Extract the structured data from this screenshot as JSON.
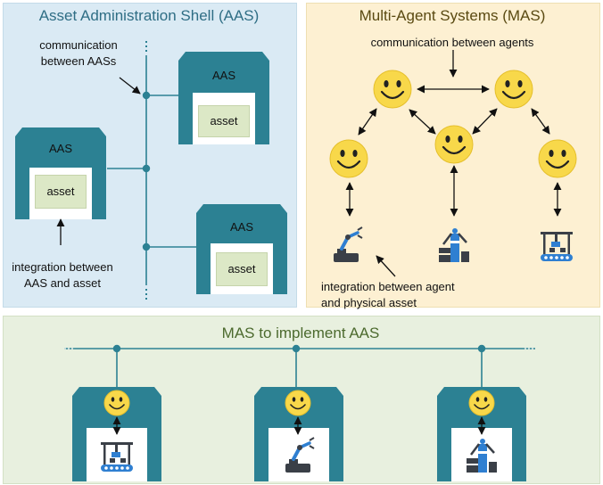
{
  "panels": {
    "aas": {
      "title": "Asset Administration Shell (AAS)",
      "communication_note": [
        "communication",
        "between AASs"
      ],
      "integration_note": [
        "integration between",
        "AAS and asset"
      ],
      "shell_label": "AAS",
      "asset_label": "asset"
    },
    "mas": {
      "title": "Multi-Agent Systems (MAS)",
      "communication_note": "communication between agents",
      "integration_note": [
        "integration between agent",
        "and physical asset"
      ]
    },
    "combined": {
      "title": "MAS to implement AAS"
    }
  },
  "colors": {
    "aas_panel_bg": "#daeaf4",
    "mas_panel_bg": "#fdf0d2",
    "combined_panel_bg": "#e8f0df",
    "shell_teal": "#2c8193",
    "asset_green": "#dce8c6",
    "aas_title": "#2f6e85",
    "mas_title": "#5a4a12",
    "combined_title": "#4c6a2e",
    "agent_face": "#f8d84a",
    "robot_blue": "#2f7fd1",
    "robot_dark": "#3a3f47"
  },
  "icons": [
    "smiley-agent-icon",
    "robot-arm-icon",
    "factory-machine-icon",
    "gantry-crane-icon"
  ]
}
